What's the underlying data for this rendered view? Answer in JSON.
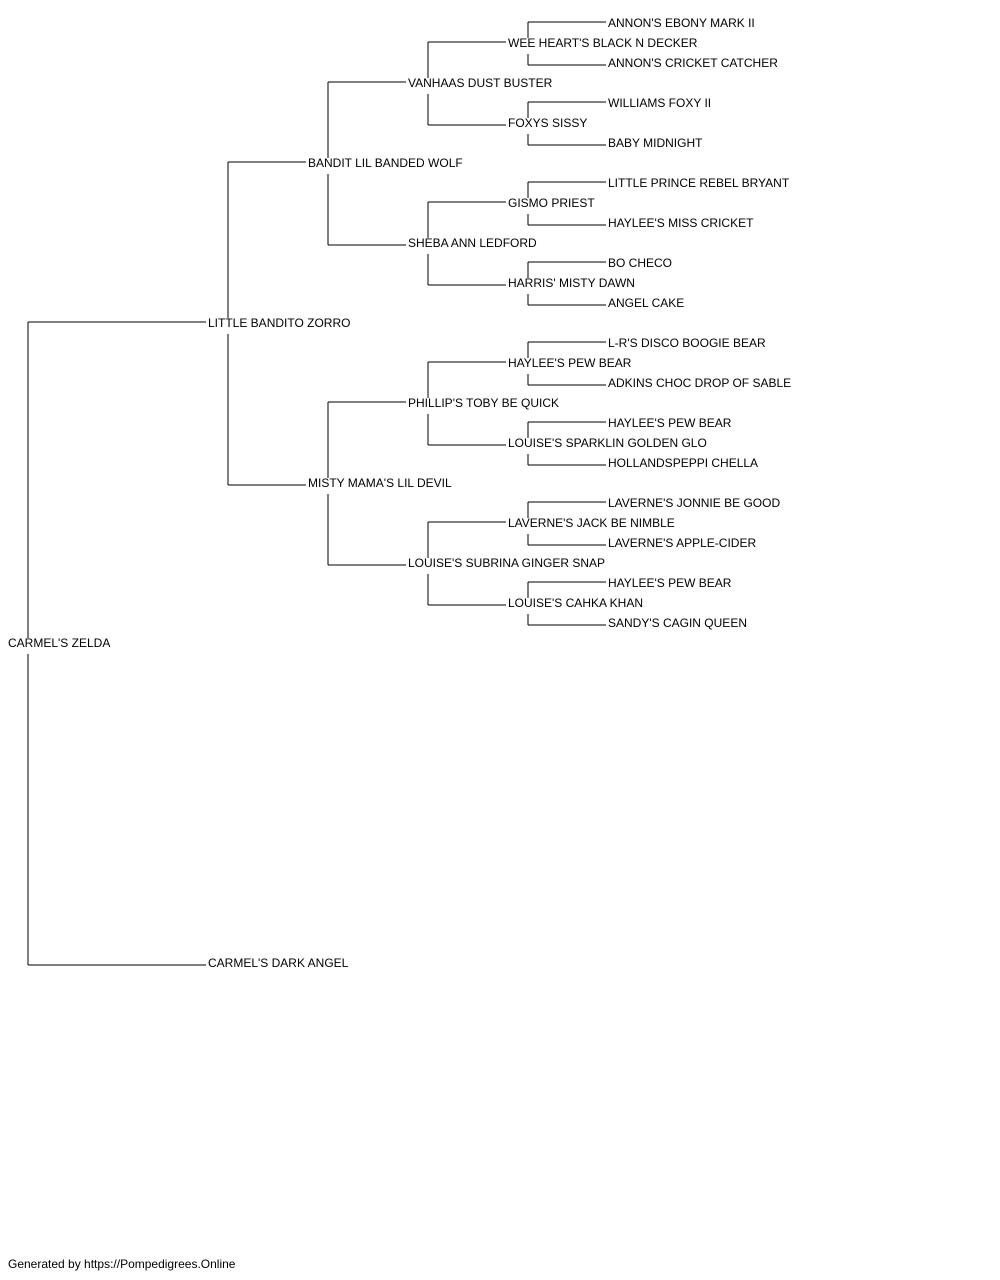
{
  "pedigree": {
    "name": "CARMEL'S ZELDA",
    "sire": {
      "name": "LITTLE BANDITO ZORRO",
      "sire": {
        "name": "BANDIT LIL BANDED WOLF",
        "sire": {
          "name": "VANHAAS DUST BUSTER",
          "sire": {
            "name": "WEE HEART'S BLACK N DECKER",
            "sire": {
              "name": "ANNON'S EBONY MARK II"
            },
            "dam": {
              "name": "ANNON'S CRICKET CATCHER"
            }
          },
          "dam": {
            "name": "FOXYS SISSY",
            "sire": {
              "name": "WILLIAMS FOXY II"
            },
            "dam": {
              "name": "BABY MIDNIGHT"
            }
          }
        },
        "dam": {
          "name": "SHEBA ANN LEDFORD",
          "sire": {
            "name": "GISMO PRIEST",
            "sire": {
              "name": "LITTLE PRINCE REBEL BRYANT"
            },
            "dam": {
              "name": "HAYLEE'S MISS CRICKET"
            }
          },
          "dam": {
            "name": "HARRIS' MISTY DAWN",
            "sire": {
              "name": "BO CHECO"
            },
            "dam": {
              "name": "ANGEL CAKE"
            }
          }
        }
      },
      "dam": {
        "name": "MISTY MAMA'S LIL DEVIL",
        "sire": {
          "name": "PHILLIP'S TOBY BE QUICK",
          "sire": {
            "name": "HAYLEE'S PEW BEAR",
            "sire": {
              "name": "L-R'S DISCO BOOGIE BEAR"
            },
            "dam": {
              "name": "ADKINS CHOC DROP OF SABLE"
            }
          },
          "dam": {
            "name": "LOUISE'S SPARKLIN GOLDEN GLO",
            "sire": {
              "name": "HAYLEE'S PEW BEAR"
            },
            "dam": {
              "name": "HOLLANDSPEPPI CHELLA"
            }
          }
        },
        "dam": {
          "name": "LOUISE'S SUBRINA GINGER SNAP",
          "sire": {
            "name": "LAVERNE'S JACK BE NIMBLE",
            "sire": {
              "name": "LAVERNE'S JONNIE BE GOOD"
            },
            "dam": {
              "name": "LAVERNE'S APPLE-CIDER"
            }
          },
          "dam": {
            "name": "LOUISE'S CAHKA KHAN",
            "sire": {
              "name": "HAYLEE'S PEW BEAR"
            },
            "dam": {
              "name": "SANDY'S CAGIN QUEEN"
            }
          }
        }
      }
    },
    "dam": {
      "name": "CARMEL'S DARK ANGEL"
    }
  },
  "footer": "Generated by https://Pompedigrees.Online"
}
